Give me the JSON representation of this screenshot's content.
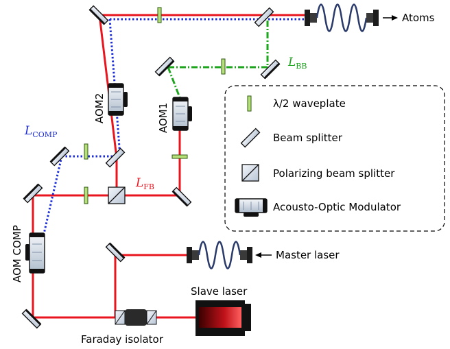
{
  "labels": {
    "atoms": "Atoms",
    "master_laser": "Master laser",
    "slave_laser": "Slave laser",
    "faraday_isolator": "Faraday isolator",
    "aom1": "AOM1",
    "aom2": "AOM2",
    "aom_comp": "AOM COMP",
    "l_bb": {
      "main": "L",
      "sub": "BB"
    },
    "l_comp": {
      "main": "L",
      "sub": "COMP"
    },
    "l_fb": {
      "main": "L",
      "sub": "FB"
    }
  },
  "legend": {
    "waveplate": "λ/2 waveplate",
    "beam_splitter": "Beam splitter",
    "polarizing_beam_splitter": "Polarizing beam splitter",
    "aom": "Acousto-Optic Modulator"
  },
  "colors": {
    "main_beam": "#e8141e",
    "comp_beam": "#1a2bd8",
    "bb_beam": "#1ea51e",
    "l_comp_label": "#1a2bd8",
    "l_fb_label": "#e8141e",
    "l_bb_label": "#1ea51e",
    "waveplate_fill": "#b6e07a",
    "optic_fill": "#dfe6ef",
    "fiber": "#2a3a6a"
  }
}
